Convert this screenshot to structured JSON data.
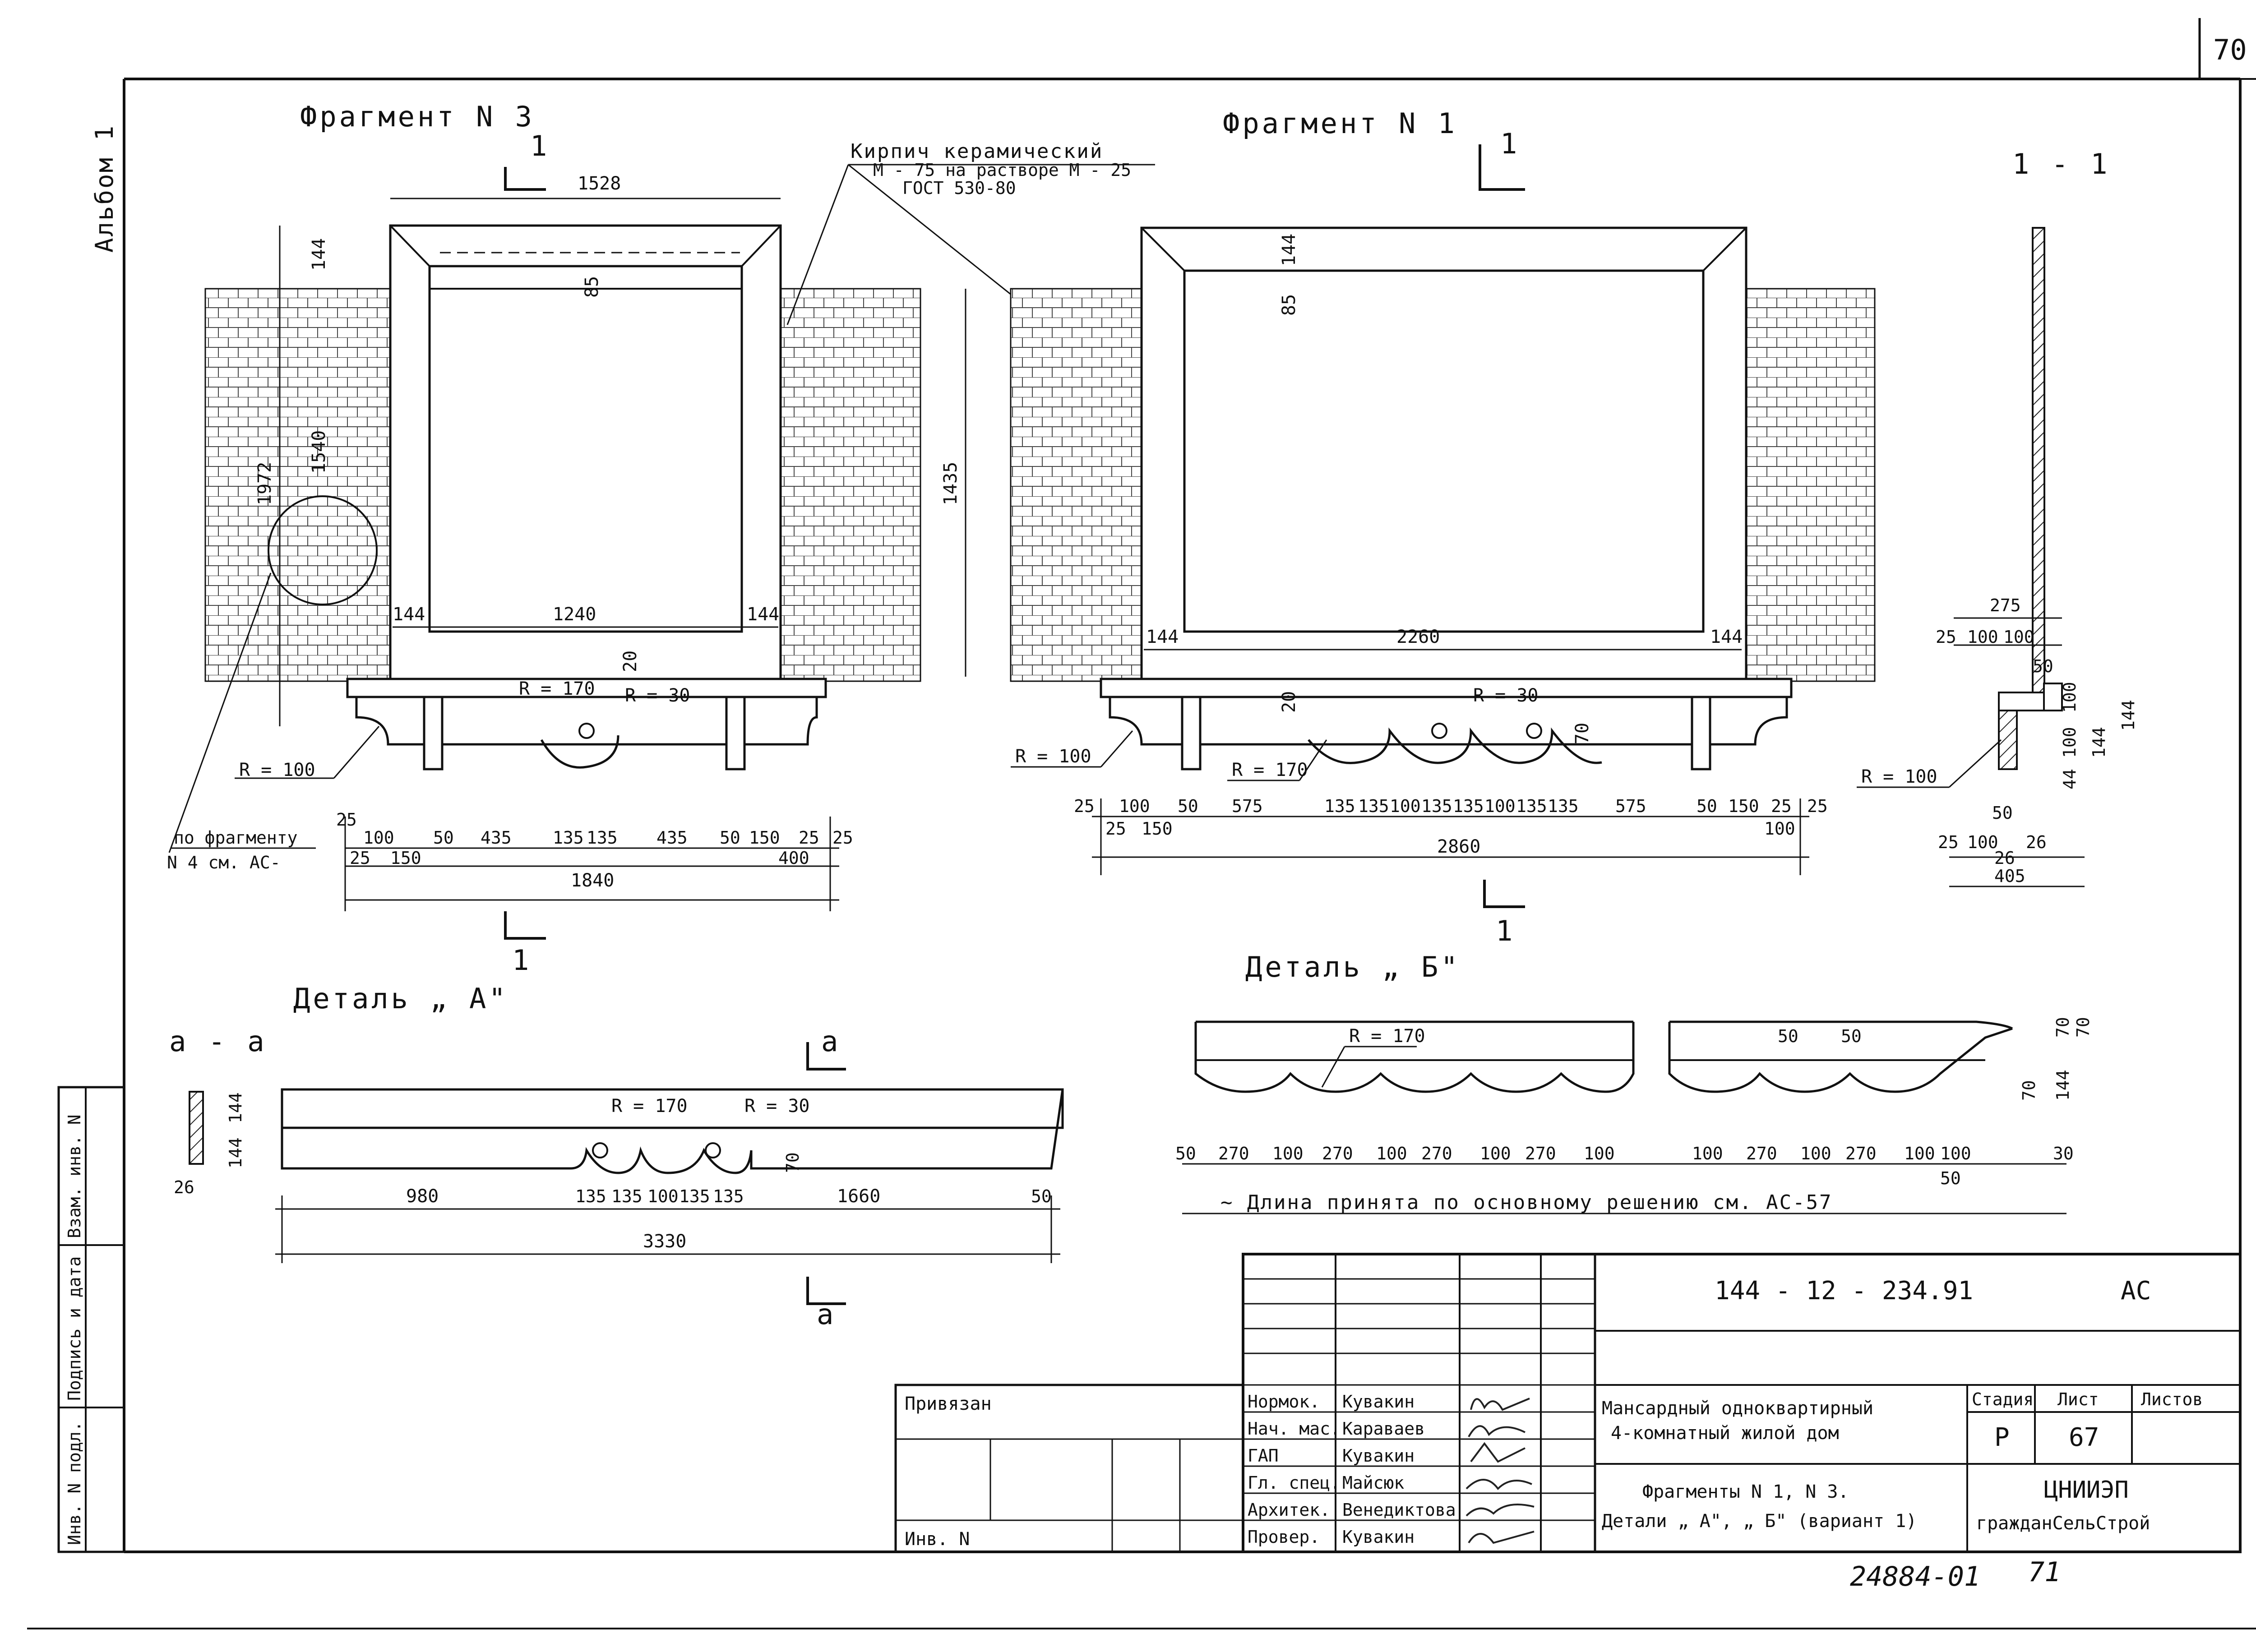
{
  "sheet_number": "70",
  "album": "Альбом 1",
  "fragment3": {
    "title": "Фрагмент N 3",
    "width": "1528",
    "heights": [
      "144",
      "85",
      "1972",
      "1540"
    ],
    "inner_width": "1240",
    "jamb": "144",
    "sill": "20",
    "radii": [
      "R = 170",
      "R = 30",
      "R = 100"
    ],
    "chain_top": [
      "25",
      "100",
      "50",
      "435",
      "135",
      "135",
      "435",
      "50",
      "150",
      "25",
      "25"
    ],
    "chain_bottom": [
      "25",
      "150",
      "400"
    ],
    "total": "1840",
    "ref_note": [
      "по фрагменту",
      "N 4 см. АС-"
    ],
    "section_mark": "1"
  },
  "brick_note": [
    "Кирпич керамический",
    "М - 75 на растворе М - 25",
    "ГОСТ 530-80"
  ],
  "fragment1": {
    "title": "Фрагмент N 1",
    "heights": [
      "144",
      "85",
      "1435",
      "20",
      "70"
    ],
    "inner_width": "2260",
    "jamb": "144",
    "radii": [
      "R = 30",
      "R = 100",
      "R = 170"
    ],
    "chain_top": [
      "25",
      "100",
      "50",
      "575",
      "135",
      "135",
      "100",
      "135",
      "135",
      "100",
      "135",
      "135",
      "575",
      "50",
      "150",
      "25",
      "25"
    ],
    "chain_bottom": [
      "25",
      "150",
      "100"
    ],
    "total": "2860",
    "section_mark": "1"
  },
  "section11": {
    "title": "1 - 1",
    "dims_top": [
      "275",
      "25",
      "100",
      "100",
      "50"
    ],
    "dims_right": [
      "100",
      "100",
      "144",
      "144",
      "44"
    ],
    "radius": "R = 100",
    "dims_bottom": [
      "50",
      "25",
      "100",
      "26",
      "26",
      "405"
    ]
  },
  "detailA": {
    "title": "Деталь „ А\"",
    "section_title": "а - а",
    "section_marker": "а",
    "radii": [
      "R = 170",
      "R = 30"
    ],
    "heights": [
      "144",
      "144",
      "70",
      "26"
    ],
    "chain": [
      "980",
      "135",
      "135",
      "100",
      "135",
      "135",
      "1660",
      "50"
    ],
    "total": "3330"
  },
  "detailB": {
    "title": "Деталь „ Б\"",
    "radius": "R = 170",
    "top_dims": [
      "50",
      "50"
    ],
    "right_dims": [
      "70",
      "70",
      "144",
      "70"
    ],
    "chain_left": [
      "50",
      "270",
      "100",
      "270",
      "100",
      "270",
      "100",
      "270",
      "100"
    ],
    "chain_right": [
      "100",
      "270",
      "100",
      "270",
      "100",
      "100",
      "50",
      "30"
    ],
    "note": "~ Длина принята по основному решению см. АС-57"
  },
  "title_block": {
    "code": "144 - 12 - 234.91",
    "mark": "АС",
    "project": [
      "Мансардный одноквартирный",
      "4-комнатный жилой дом"
    ],
    "sheet_title": [
      "Фрагменты N 1, N 3.",
      "Детали „ А\", „ Б\" (вариант 1)"
    ],
    "stage_label": "Стадия",
    "sheet_label": "Лист",
    "sheets_label": "Листов",
    "stage": "Р",
    "sheet": "67",
    "org": [
      "ЦНИИЭП",
      "гражданСельСтрой"
    ],
    "bound_label": "Привязан",
    "inv_label": "Инв. N",
    "roles": [
      {
        "role": "Нормок.",
        "name": "Кувакин"
      },
      {
        "role": "Нач. мас.",
        "name": "Караваев"
      },
      {
        "role": "ГАП",
        "name": "Кувакин"
      },
      {
        "role": "Гл. спец.",
        "name": "Майсюк"
      },
      {
        "role": "Архитек.",
        "name": "Венедиктова"
      },
      {
        "role": "Провер.",
        "name": "Кувакин"
      }
    ]
  },
  "side_stamp": [
    "Инв. N подл.",
    "Подпись и дата",
    "Взам. инв. N"
  ],
  "footer": {
    "code": "24884-01",
    "page": "71"
  }
}
